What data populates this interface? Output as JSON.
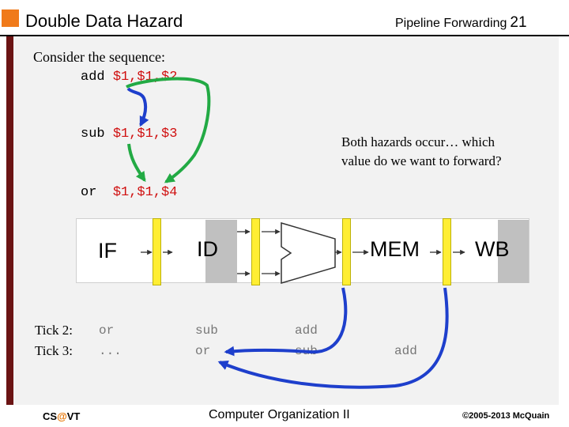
{
  "header": {
    "title": "Double Data Hazard",
    "topic": "Pipeline Forwarding",
    "page_number": "21"
  },
  "intro": "Consider the sequence:",
  "instructions": [
    {
      "op": "add ",
      "regs": "$1,$1,$2"
    },
    {
      "op": "sub ",
      "regs": "$1,$1,$3"
    },
    {
      "op": "or  ",
      "regs": "$1,$1,$4"
    }
  ],
  "note": [
    "Both hazards occur… which",
    "value do we want to forward?"
  ],
  "stages": [
    "IF",
    "ID",
    "EX",
    "MEM",
    "WB"
  ],
  "ticks": [
    {
      "label": "Tick 2:",
      "if": "or",
      "id": "sub",
      "ex": "add",
      "mem": "",
      "wb": ""
    },
    {
      "label": "Tick 3:",
      "if": "...",
      "id": "or",
      "ex": "sub",
      "mem": "add",
      "wb": ""
    }
  ],
  "footer": {
    "left_prefix": "CS",
    "left_at": "@",
    "left_suffix": "VT",
    "center": "Computer Organization II",
    "right": "©2005-2013 McQuain"
  },
  "colors": {
    "accent_square": "#f07a1a",
    "left_bar": "#6b1414",
    "register": "#d01010",
    "green_arrow": "#22aa44",
    "blue_arrow": "#1e3fcc",
    "latch": "#ffee33"
  }
}
